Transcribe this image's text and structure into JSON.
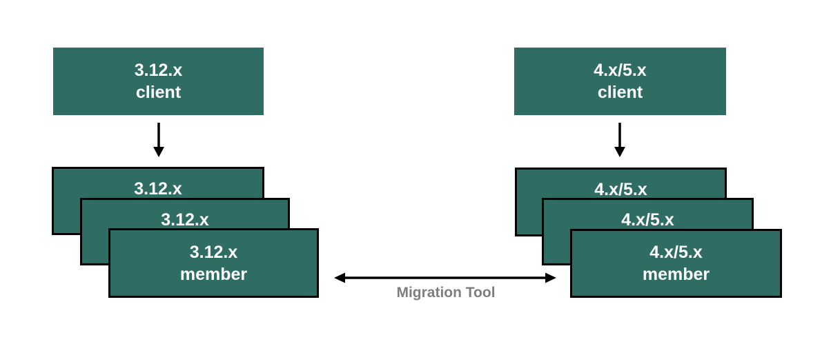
{
  "colors": {
    "background": "#FFFFFF",
    "box_fill": "#2E6C64",
    "box_border": "#000000",
    "box_text": "#FFFFFF",
    "arrow": "#000000",
    "caption_text": "#7E7E7E"
  },
  "left_cluster": {
    "client_box": {
      "line1": "3.12.x",
      "line2": "client"
    },
    "member_boxes": {
      "back": {
        "label": "3.12.x"
      },
      "middle": {
        "label": "3.12.x"
      },
      "front": {
        "line1": "3.12.x",
        "line2": "member"
      }
    }
  },
  "right_cluster": {
    "client_box": {
      "line1": "4.x/5.x",
      "line2": "client"
    },
    "member_boxes": {
      "back": {
        "label": "4.x/5.x"
      },
      "middle": {
        "label": "4.x/5.x"
      },
      "front": {
        "line1": "4.x/5.x",
        "line2": "member"
      }
    }
  },
  "migration_tool": {
    "label": "Migration Tool"
  }
}
